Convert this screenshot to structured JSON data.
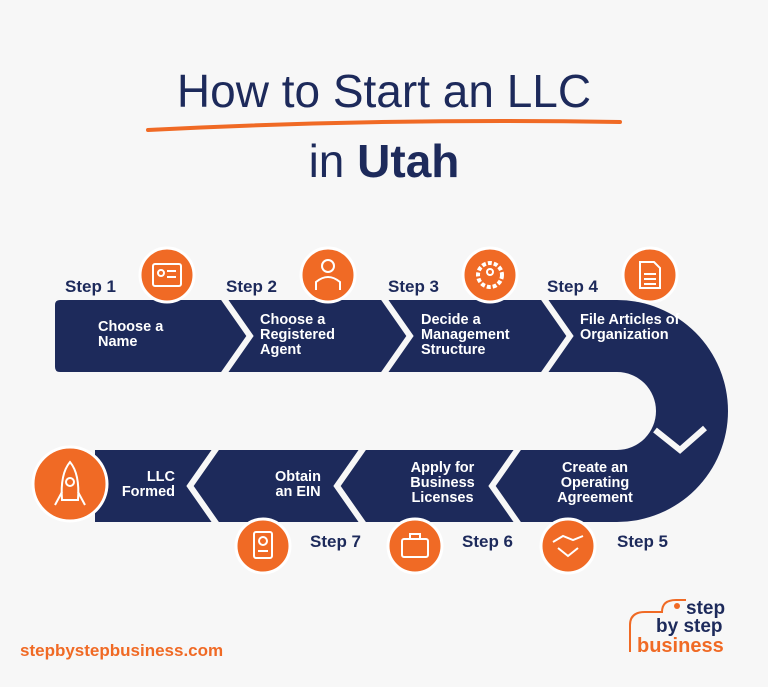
{
  "title": {
    "line1": "How to Start an LLC",
    "line2_prefix": "in ",
    "line2_bold": "Utah"
  },
  "steps": [
    {
      "step": "Step 1",
      "label": "Choose a Name",
      "icon": "id-card-icon"
    },
    {
      "step": "Step 2",
      "label": "Choose a Registered Agent",
      "icon": "agent-icon"
    },
    {
      "step": "Step 3",
      "label": "Decide a Management Structure",
      "icon": "gear-person-icon"
    },
    {
      "step": "Step 4",
      "label": "File Articles of Organization",
      "icon": "document-icon"
    },
    {
      "step": "Step 5",
      "label": "Create an Operating Agreement",
      "icon": "handshake-icon"
    },
    {
      "step": "Step 6",
      "label": "Apply for Business Licenses",
      "icon": "briefcase-icon"
    },
    {
      "step": "Step 7",
      "label": "Obtain an EIN",
      "icon": "badge-icon"
    }
  ],
  "final": {
    "label": "LLC Formed",
    "icon": "rocket-icon"
  },
  "footer": {
    "url": "stepbystepbusiness.com",
    "logo": "step by step business"
  },
  "colors": {
    "navy": "#1d2a5b",
    "orange": "#f06a25",
    "background": "#f7f7f7"
  }
}
